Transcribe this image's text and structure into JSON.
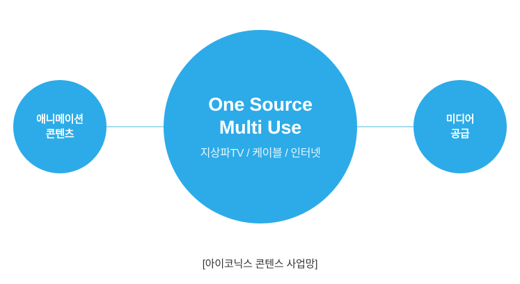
{
  "diagram": {
    "background_color": "#ffffff",
    "node_color": "#2cabe8",
    "connector_color": "#a8dcf0",
    "text_color": "#ffffff",
    "caption_color": "#333333",
    "nodes": {
      "left": {
        "label_line1": "애니메이션",
        "label_line2": "콘텐츠"
      },
      "center": {
        "title_line1": "One Source",
        "title_line2": "Multi Use",
        "subtitle": "지상파TV / 케이블 / 인터넷"
      },
      "right": {
        "label_line1": "미디어",
        "label_line2": "공급"
      }
    },
    "caption": "[아이코닉스 콘텐스 사업망]"
  }
}
